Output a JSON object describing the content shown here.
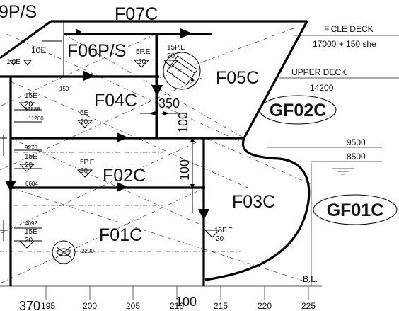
{
  "compartments": {
    "f07c": "F07C",
    "f06ps": "F06P/S",
    "f05c": "F05C",
    "f04c": "F04C",
    "f02c": "F02C",
    "f03c": "F03C",
    "f01c": "F01C",
    "f09ps_partial": "9P/S",
    "gf02c": "GF02C",
    "gf01c": "GF01C"
  },
  "decks": {
    "fcle_deck": "F'CLE DECK",
    "fcle_height": "17000 + 150 she",
    "upper_deck": "UPPER DECK",
    "upper_height": "14200",
    "level_9500": "9500",
    "level_8500": "8500",
    "baseline": "B.L."
  },
  "dimensions": {
    "d350": "350",
    "d100_upper": "100",
    "d100_mid": "100",
    "d100_bottom": "100",
    "d370": "370",
    "h11888": "11888",
    "h11200": "11200",
    "h9276": "9276",
    "h6684": "6684",
    "h4092": "4092",
    "d2200": "2200",
    "d150": "150"
  },
  "frames": [
    "195",
    "200",
    "205",
    "210",
    "215",
    "220",
    "225"
  ],
  "stiffeners": {
    "s10e": "10E",
    "s1_0e": "1'0E",
    "s5pe_top": "5P.E",
    "s20_top": "20",
    "s15pe_top": "15P.E",
    "s20_top2": "20",
    "s15e_a": "15E",
    "s20_a": "20",
    "s5e_a": "5E",
    "s20_b": "20",
    "s15e_b": "15E",
    "s20_c": "20",
    "s5pe_b": "5P.E",
    "s20_d": "20",
    "s15e_c": "15E",
    "s20_e": "20",
    "s15pe_c": "15P.E",
    "s20_f": "20"
  }
}
